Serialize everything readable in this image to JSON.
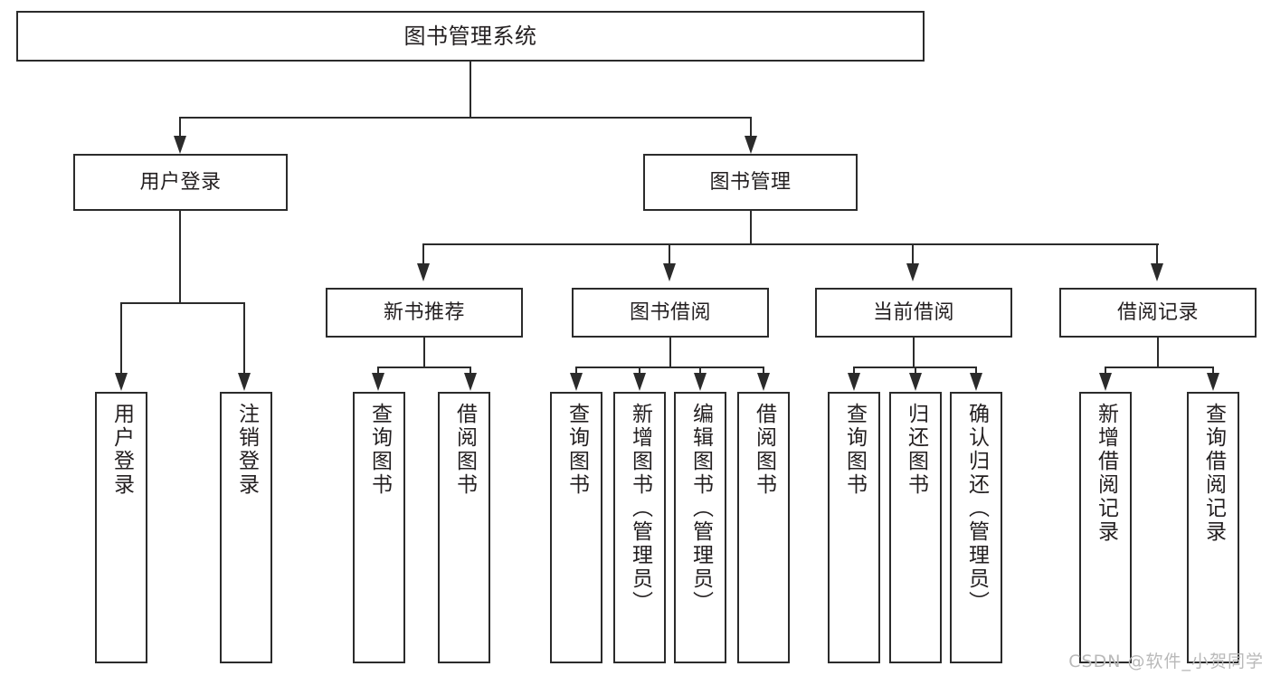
{
  "diagram": {
    "title": "图书管理系统",
    "type": "tree",
    "watermark": "CSDN @软件_小贺同学",
    "stroke_color": "#2b2b2b",
    "fill_color": "#ffffff",
    "watermark_color": "#b9b9b9"
  },
  "nodes": {
    "root": {
      "label": "图书管理系统"
    },
    "level2": [
      {
        "id": "user-login",
        "label": "用户登录"
      },
      {
        "id": "book-manage",
        "label": "图书管理"
      }
    ],
    "level3": [
      {
        "id": "new-book-recommend",
        "label": "新书推荐"
      },
      {
        "id": "book-borrow",
        "label": "图书借阅"
      },
      {
        "id": "current-borrow",
        "label": "当前借阅"
      },
      {
        "id": "borrow-record",
        "label": "借阅记录"
      }
    ],
    "leaves": [
      {
        "id": "leaf-user-login",
        "label": "用户登录"
      },
      {
        "id": "leaf-user-logout",
        "label": "注销登录"
      },
      {
        "id": "leaf-query-book-1",
        "label": "查询图书"
      },
      {
        "id": "leaf-borrow-book-1",
        "label": "借阅图书"
      },
      {
        "id": "leaf-query-book-2",
        "label": "查询图书"
      },
      {
        "id": "leaf-add-book-admin",
        "label": "新增图书（管理员）"
      },
      {
        "id": "leaf-edit-book-admin",
        "label": "编辑图书（管理员）"
      },
      {
        "id": "leaf-borrow-book-2",
        "label": "借阅图书"
      },
      {
        "id": "leaf-query-book-3",
        "label": "查询图书"
      },
      {
        "id": "leaf-return-book",
        "label": "归还图书"
      },
      {
        "id": "leaf-confirm-return",
        "label": "确认归还（管理员）"
      },
      {
        "id": "leaf-add-record",
        "label": "新增借阅记录"
      },
      {
        "id": "leaf-query-record",
        "label": "查询借阅记录"
      }
    ]
  },
  "edges": [
    {
      "from": "root",
      "to": "user-login"
    },
    {
      "from": "root",
      "to": "book-manage"
    },
    {
      "from": "book-manage",
      "to": "new-book-recommend"
    },
    {
      "from": "book-manage",
      "to": "book-borrow"
    },
    {
      "from": "book-manage",
      "to": "current-borrow"
    },
    {
      "from": "book-manage",
      "to": "borrow-record"
    },
    {
      "from": "user-login",
      "to": "leaf-user-login"
    },
    {
      "from": "user-login",
      "to": "leaf-user-logout"
    },
    {
      "from": "new-book-recommend",
      "to": "leaf-query-book-1"
    },
    {
      "from": "new-book-recommend",
      "to": "leaf-borrow-book-1"
    },
    {
      "from": "book-borrow",
      "to": "leaf-query-book-2"
    },
    {
      "from": "book-borrow",
      "to": "leaf-add-book-admin"
    },
    {
      "from": "book-borrow",
      "to": "leaf-edit-book-admin"
    },
    {
      "from": "book-borrow",
      "to": "leaf-borrow-book-2"
    },
    {
      "from": "current-borrow",
      "to": "leaf-query-book-3"
    },
    {
      "from": "current-borrow",
      "to": "leaf-return-book"
    },
    {
      "from": "current-borrow",
      "to": "leaf-confirm-return"
    },
    {
      "from": "borrow-record",
      "to": "leaf-add-record"
    },
    {
      "from": "borrow-record",
      "to": "leaf-query-record"
    }
  ]
}
